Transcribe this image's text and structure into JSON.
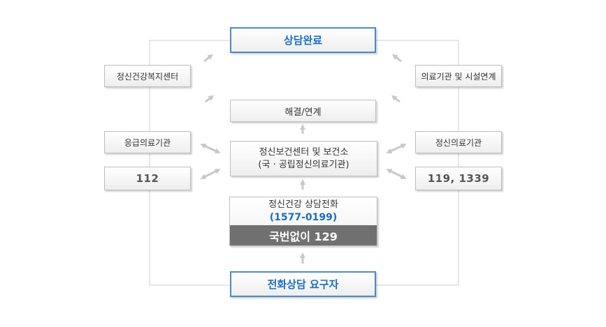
{
  "nodes": {
    "consult_complete": "상담완료",
    "resolve_link": "해결/연계",
    "mental_center": {
      "line1": "정신보건센터 및 보건소",
      "line2": "(국 · 공립정신의료기관)"
    },
    "phone_consult": {
      "title": "정신건강 상담전화",
      "number": "(1577-0199)",
      "hotline": "국번없이 129"
    },
    "requester": "전화상담 요구자",
    "welfare_center": "정신건강복지센터",
    "emergency_medical": "응급의료기관",
    "police": "112",
    "medical_facility_link": "의료기관 및 시설연계",
    "psychiatric_institution": "정신의료기관",
    "fire_hotline": "119, 1339"
  },
  "colors": {
    "accent_blue": "#1a6ec0",
    "border_blue": "#4a8ac4",
    "band_gray": "#707070",
    "arrow_gray": "#c8c8c8",
    "line_gray": "#cfcfcf"
  }
}
